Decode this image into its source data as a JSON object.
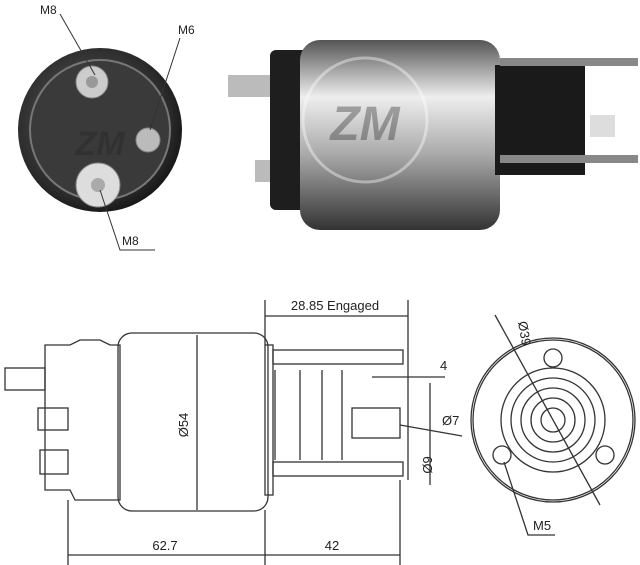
{
  "photo_end": {
    "labels": {
      "top_left": "M8",
      "top_right": "M6",
      "bottom": "M8"
    },
    "watermark": "ZM"
  },
  "photo_side": {
    "watermark": "ZM"
  },
  "drawing_side": {
    "engaged_label": "28.85 Engaged",
    "body_diameter": "Ø54",
    "length_body": "62.7",
    "length_plunger": "42",
    "dim_4": "4",
    "plunger_diameter": "Ø7",
    "small_diameter": "Ø9"
  },
  "drawing_end": {
    "flange_diameter": "Ø39",
    "thread": "M5"
  },
  "colors": {
    "line": "#333333",
    "metal_dark": "#2a2a2a",
    "metal_light": "#d9d9d9"
  }
}
